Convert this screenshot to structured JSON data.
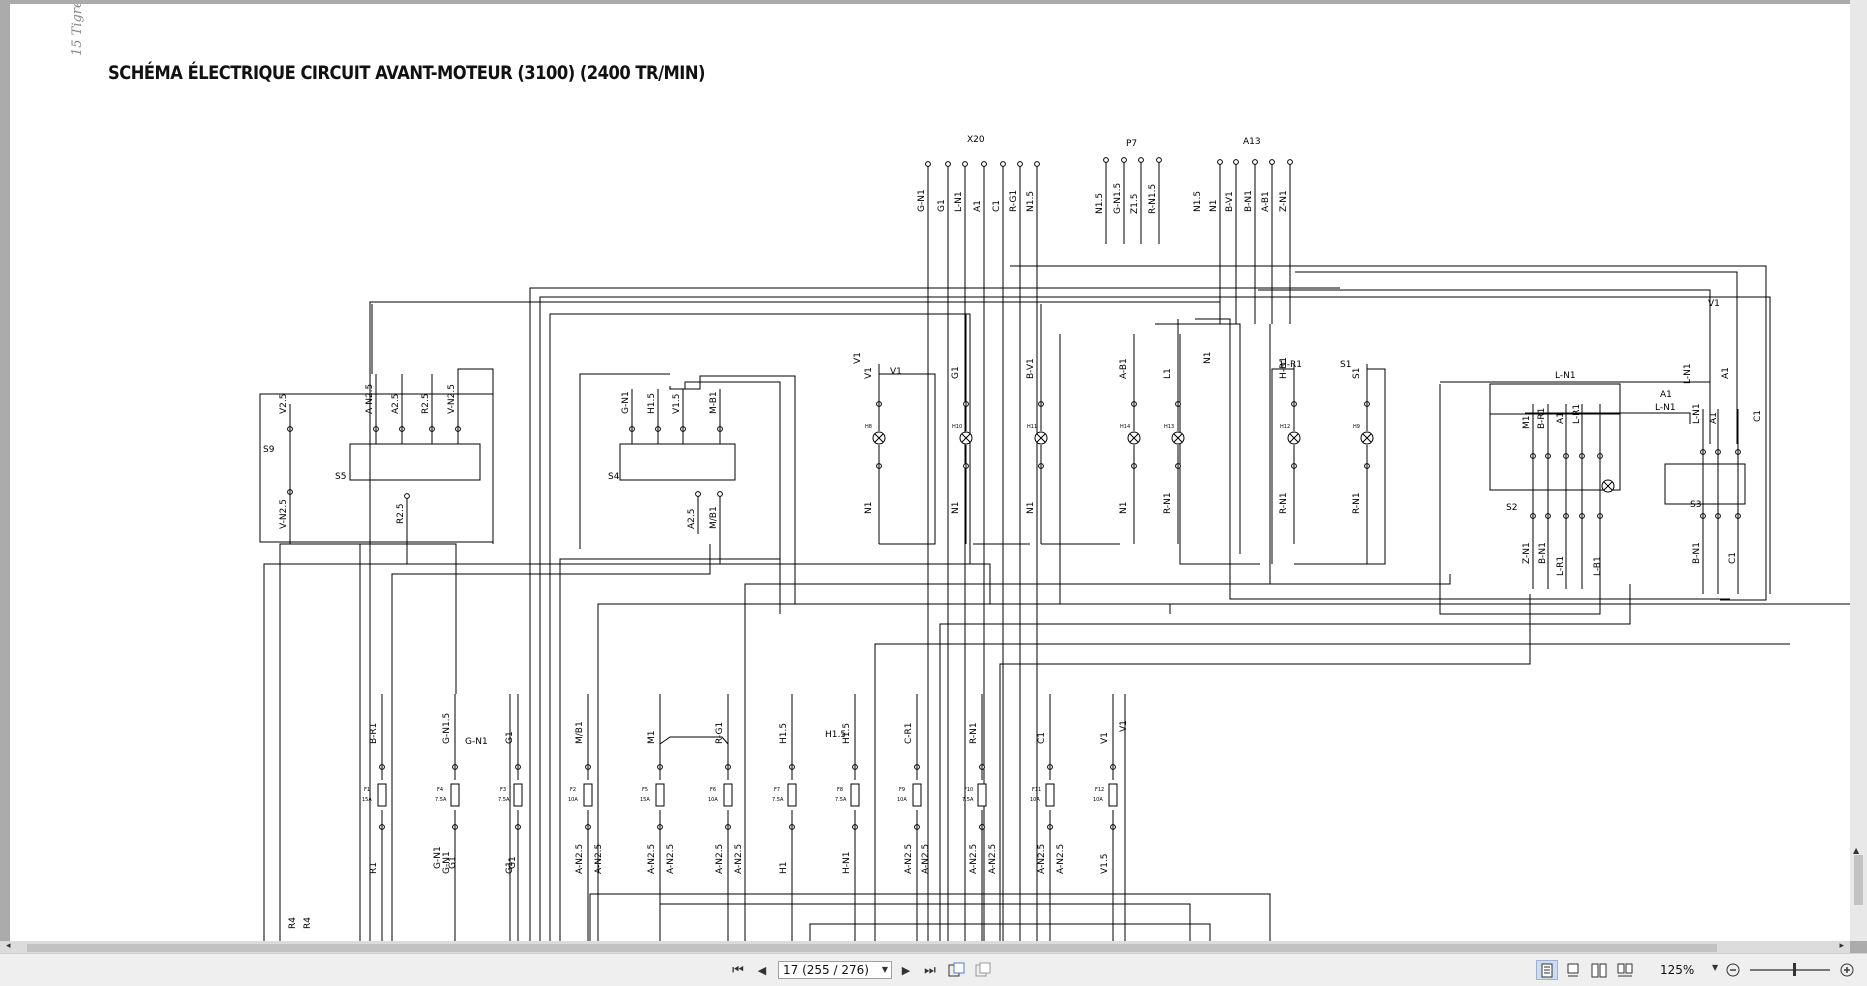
{
  "document": {
    "side_note": "15 Tigre",
    "title": "SCHÉMA ÉLECTRIQUE CIRCUIT AVANT-MOTEUR (3100) (2400 TR/MIN)"
  },
  "schematic": {
    "connector_x20": "X20",
    "connector_p7": "P7",
    "connector_a13": "A13",
    "x20_wires": [
      "G-N1",
      "G1",
      "L-N1",
      "A1",
      "C1",
      "R-G1",
      "N1.5"
    ],
    "p7_wires": [
      "N1.5",
      "G-N1.5",
      "Z1.5",
      "R-N1.5"
    ],
    "a13_wires": [
      "N1.5",
      "N1",
      "B-V1",
      "B-N1",
      "A-B1",
      "Z-N1"
    ],
    "switches": {
      "s9": "S9",
      "s5": "S5",
      "s4": "S4",
      "s2": "S2",
      "s3": "S3"
    },
    "s9_wires": [
      "V2.5",
      "V-N2.5"
    ],
    "s5_wires": [
      "A-N2.5",
      "A2.5",
      "R2.5",
      "V-N2.5",
      "R2.5"
    ],
    "s4_wires": [
      "G-N1",
      "H1.5",
      "V1.5",
      "M-B1",
      "A2.5",
      "M/B1"
    ],
    "lamps": [
      {
        "id": "H8",
        "top": "V1",
        "bottom": "N1"
      },
      {
        "id": "H10",
        "top": "G1",
        "bottom": "N1"
      },
      {
        "id": "H11",
        "top": "B-V1",
        "bottom": "N1"
      },
      {
        "id": "H14",
        "top": "A-B1",
        "bottom": "N1"
      },
      {
        "id": "H13",
        "top": "L1",
        "bottom": "R-N1"
      },
      {
        "id": "H12",
        "top": "H-R1",
        "bottom": "R-N1"
      },
      {
        "id": "H9",
        "top": "S1",
        "bottom": "R-N1"
      }
    ],
    "top_labels": [
      "V1",
      "V1",
      "N1",
      "H-R1",
      "S1",
      "L-N1",
      "V1",
      "L-N1",
      "A1",
      "A1",
      "L-N1",
      "C1"
    ],
    "s2_wires": [
      "M1",
      "B-R1",
      "A1",
      "L-R1",
      "Z-N1",
      "B-N1",
      "L-R1",
      "L-B1"
    ],
    "s3_wires": [
      "L-N1",
      "A1",
      "B-N1",
      "C1"
    ],
    "fuses": [
      {
        "id": "F1",
        "rating": "15A",
        "top": "B-R1",
        "bottom": "R1"
      },
      {
        "id": "F4",
        "rating": "7.5A",
        "top": "G-N1.5",
        "bottom": "G-N1"
      },
      {
        "id": "F3",
        "rating": "7.5A",
        "top": "G1",
        "bottom": "G1"
      },
      {
        "id": "F2",
        "rating": "10A",
        "top": "M/B1",
        "bottom": "A-N2.5"
      },
      {
        "id": "F5",
        "rating": "15A",
        "top": "M1",
        "bottom": "A-N2.5"
      },
      {
        "id": "F6",
        "rating": "10A",
        "top": "R-G1",
        "bottom": "A-N2.5"
      },
      {
        "id": "F7",
        "rating": "7.5A",
        "top": "H1.5",
        "bottom": "H1"
      },
      {
        "id": "F8",
        "rating": "7.5A",
        "top": "H1.5",
        "bottom": "H-N1"
      },
      {
        "id": "F9",
        "rating": "10A",
        "top": "C-R1",
        "bottom": "A-N2.5"
      },
      {
        "id": "F10",
        "rating": "7.5A",
        "top": "R-N1",
        "bottom": "A-N2.5"
      },
      {
        "id": "F11",
        "rating": "10A",
        "top": "C1",
        "bottom": "A-N2.5"
      },
      {
        "id": "F12",
        "rating": "10A",
        "top": "V1",
        "bottom": "V1.5"
      }
    ],
    "misc_labels": [
      "G-N1",
      "H1.5",
      "R4",
      "R4",
      "G-N1",
      "G1",
      "G1",
      "A-N2.5",
      "A-N2.5",
      "A-N2.5",
      "A-N2.5",
      "A-N2.5",
      "A-N2.5",
      "V1"
    ]
  },
  "toolbar": {
    "first_page": "⏮",
    "prev_page": "◀",
    "page_indicator": "17 (255 / 276)",
    "next_page": "▶",
    "last_page": "⏭",
    "zoom": "125%",
    "zoom_out": "−",
    "zoom_in": "+"
  }
}
